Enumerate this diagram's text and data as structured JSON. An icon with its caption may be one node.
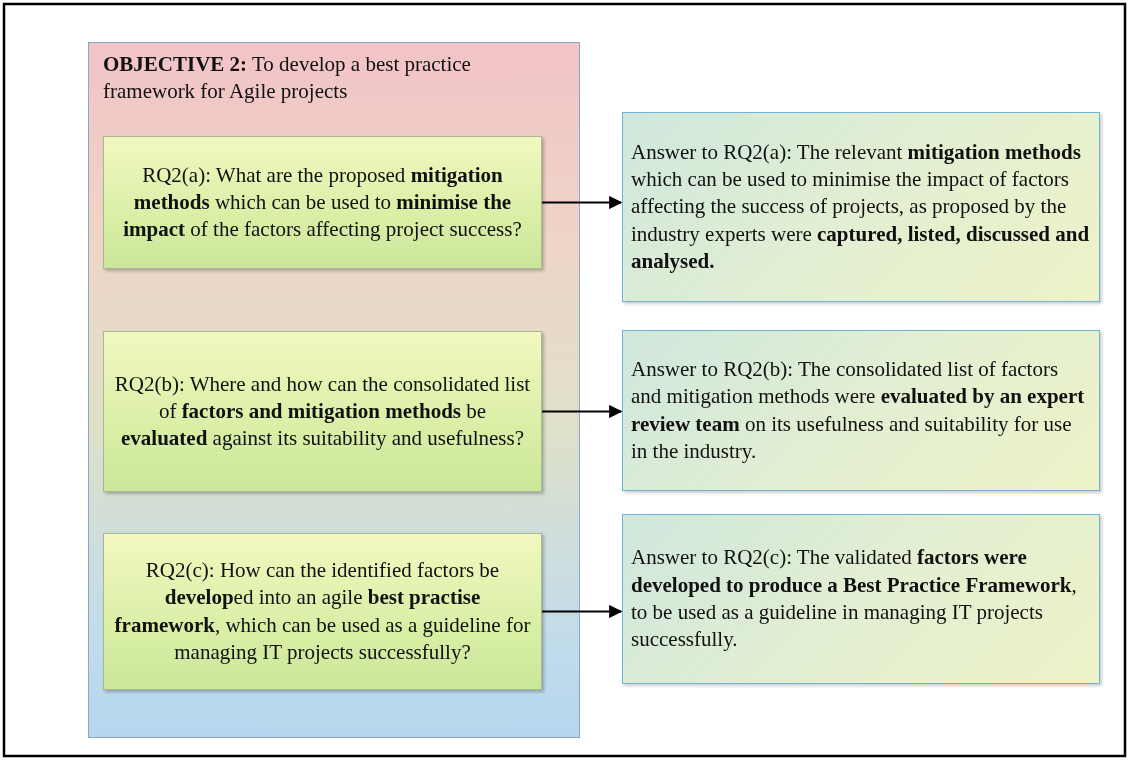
{
  "diagram": {
    "nodes": [
      {
        "text": [
          "**OBJECTIVE 2:** To develop a best practice framework for Agile projects"
        ]
      },
      {
        "text": [
          "RQ2(a): What are the proposed **mitigation methods** which can be used to **minimise the impact** of the factors affecting project success?"
        ],
        "in": 0
      },
      {
        "text": [
          "RQ2(b): Where and how can the consolidated list of **factors and mitigation methods** be **evaluated** against its suitability and usefulness?"
        ],
        "in": 0
      },
      {
        "text": [
          "RQ2(c): How can the identified factors be **develop**ed into an agile **best practise framework**, which can be used as a guideline for managing IT projects successfully?"
        ],
        "in": 0
      },
      {
        "text": [
          "Answer to RQ2(a): The relevant **mitigation methods** which can be used to minimise the impact of factors affecting the success of projects, as proposed by the industry experts were **captured, listed, discussed and analysed.**"
        ]
      },
      {
        "text": [
          "Answer to RQ2(b): The consolidated list of factors and mitigation methods were **evaluated by an expert review team** on its usefulness and suitability for use in the industry."
        ]
      },
      {
        "text": [
          "Answer to RQ2(c): The validated **factors were developed to produce a Best Practice Framework**, to be used as a guideline in managing IT projects successfully."
        ]
      }
    ],
    "edges": [
      {
        "from": 1,
        "to": 4,
        "arrow": "to"
      },
      {
        "from": 2,
        "to": 5,
        "arrow": "to"
      },
      {
        "from": 3,
        "to": 6,
        "arrow": "to"
      }
    ]
  }
}
